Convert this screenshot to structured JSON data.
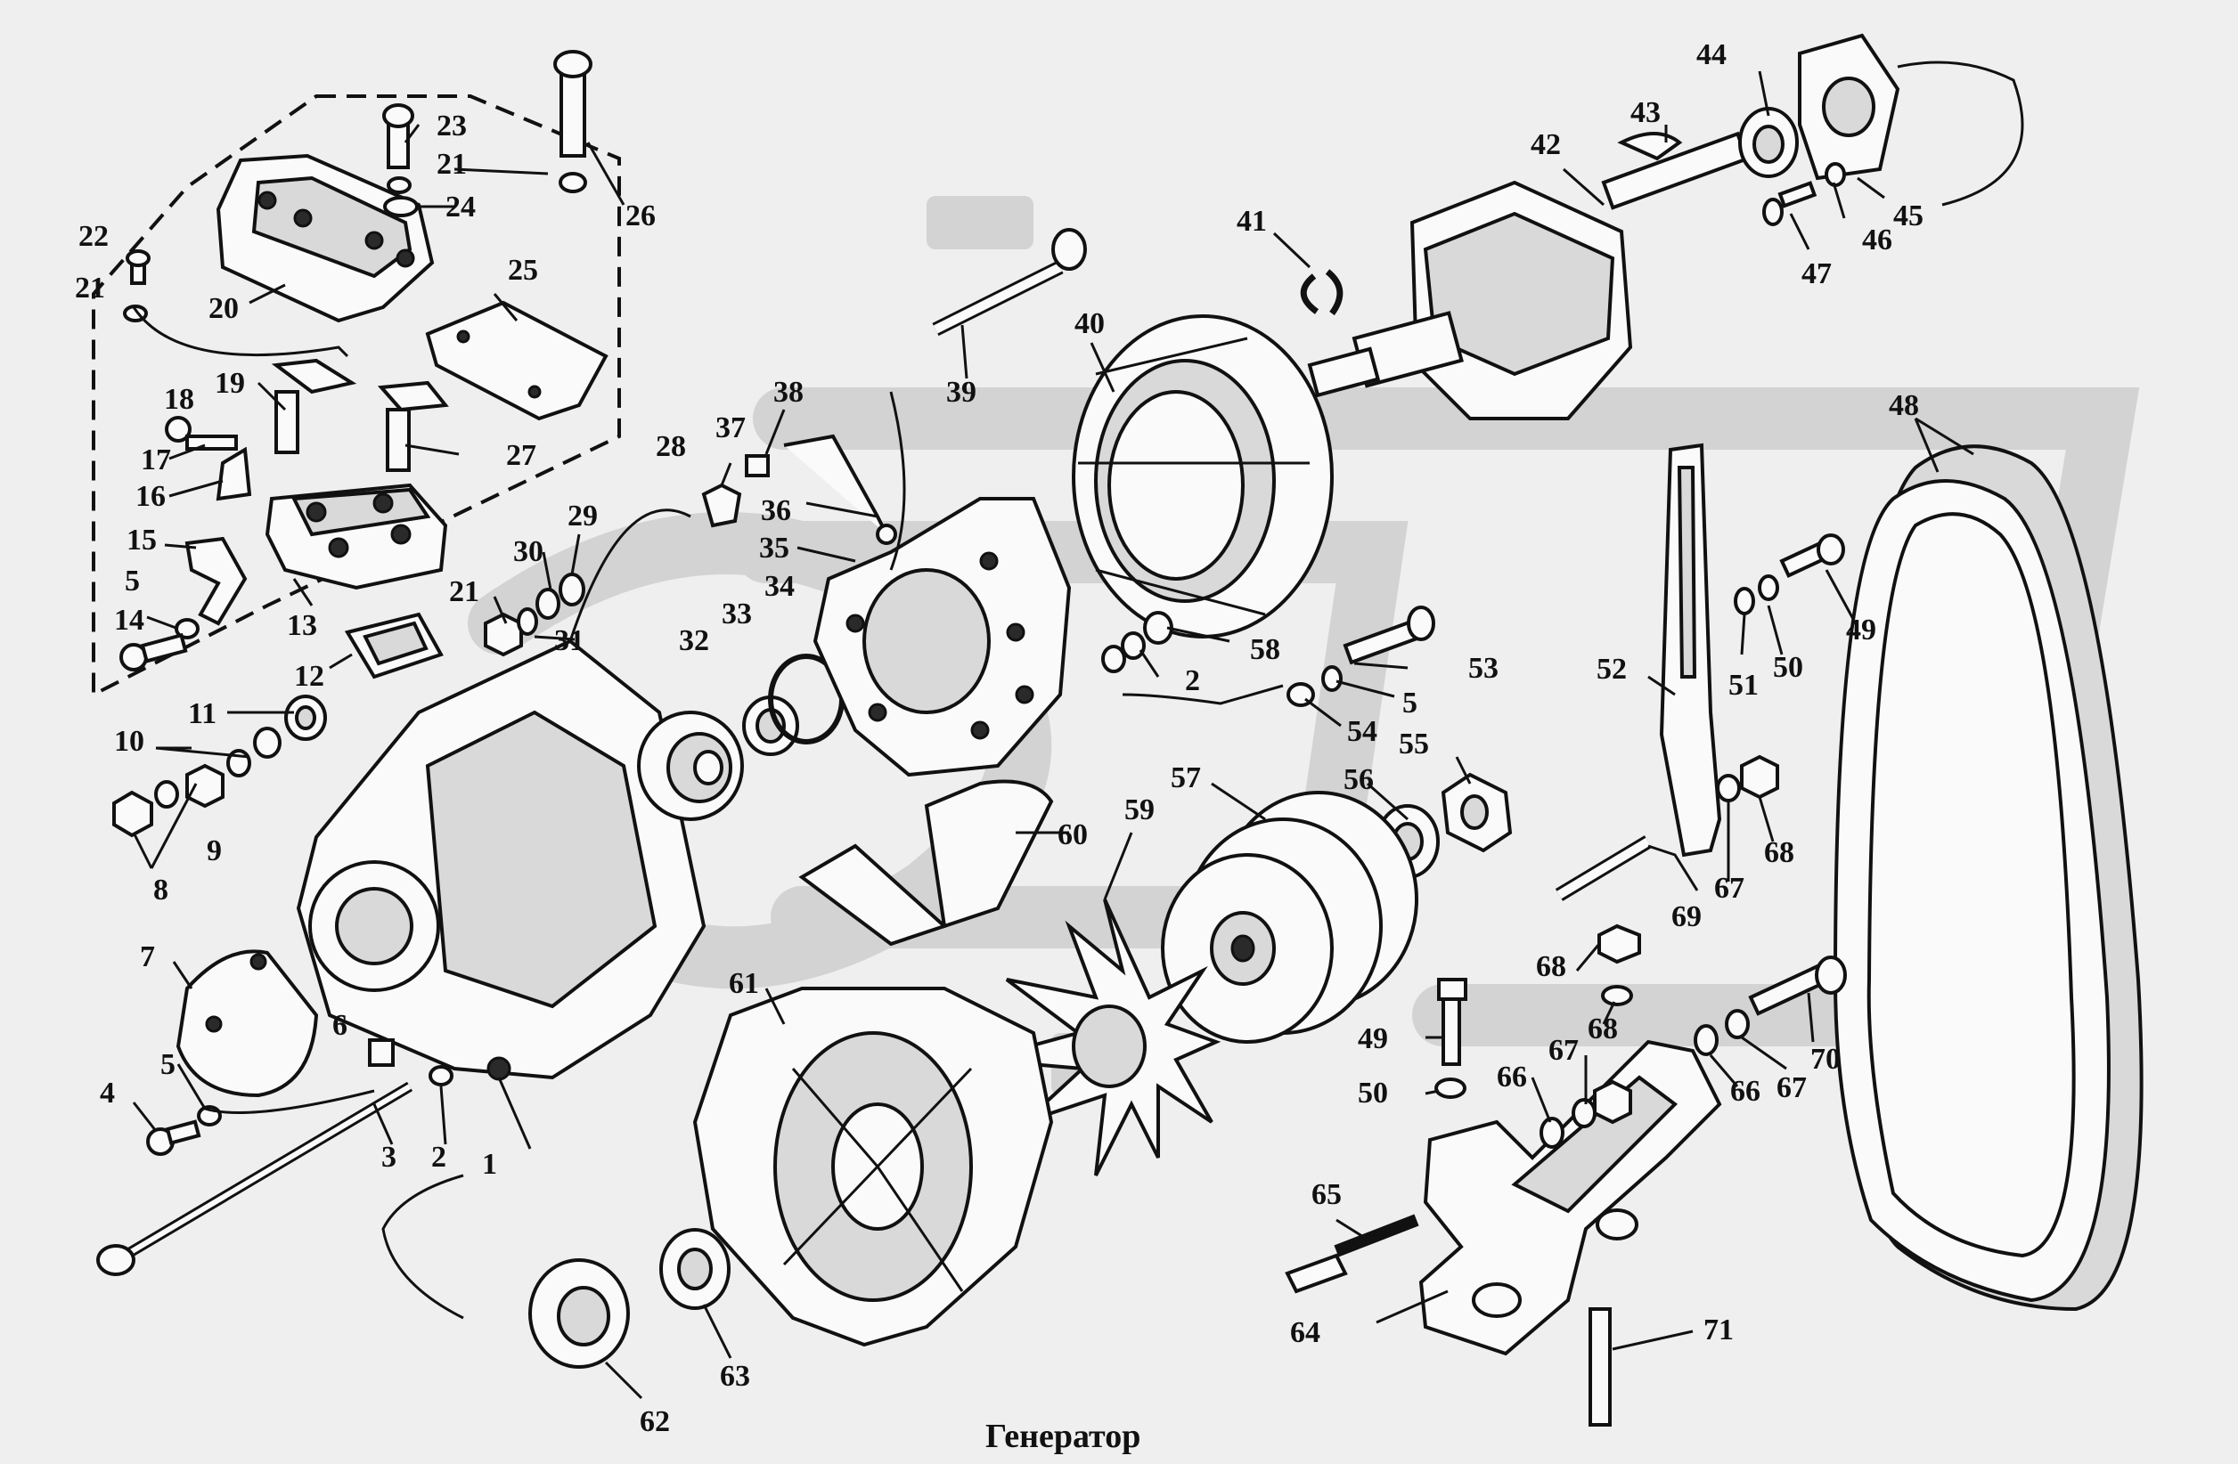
{
  "title": "Генератор",
  "labels": [
    {
      "id": "l1",
      "text": "1"
    },
    {
      "id": "l2a",
      "text": "2"
    },
    {
      "id": "l2b",
      "text": "2"
    },
    {
      "id": "l3",
      "text": "3"
    },
    {
      "id": "l4",
      "text": "4"
    },
    {
      "id": "l5a",
      "text": "5"
    },
    {
      "id": "l5b",
      "text": "5"
    },
    {
      "id": "l5c",
      "text": "5"
    },
    {
      "id": "l6",
      "text": "6"
    },
    {
      "id": "l7",
      "text": "7"
    },
    {
      "id": "l8",
      "text": "8"
    },
    {
      "id": "l9",
      "text": "9"
    },
    {
      "id": "l10",
      "text": "10"
    },
    {
      "id": "l11",
      "text": "11"
    },
    {
      "id": "l12",
      "text": "12"
    },
    {
      "id": "l13",
      "text": "13"
    },
    {
      "id": "l14",
      "text": "14"
    },
    {
      "id": "l15",
      "text": "15"
    },
    {
      "id": "l16",
      "text": "16"
    },
    {
      "id": "l17",
      "text": "17"
    },
    {
      "id": "l18",
      "text": "18"
    },
    {
      "id": "l19",
      "text": "19"
    },
    {
      "id": "l20",
      "text": "20"
    },
    {
      "id": "l21a",
      "text": "21"
    },
    {
      "id": "l21b",
      "text": "21"
    },
    {
      "id": "l21c",
      "text": "21"
    },
    {
      "id": "l22",
      "text": "22"
    },
    {
      "id": "l23",
      "text": "23"
    },
    {
      "id": "l24",
      "text": "24"
    },
    {
      "id": "l25",
      "text": "25"
    },
    {
      "id": "l26",
      "text": "26"
    },
    {
      "id": "l27",
      "text": "27"
    },
    {
      "id": "l28",
      "text": "28"
    },
    {
      "id": "l29",
      "text": "29"
    },
    {
      "id": "l30",
      "text": "30"
    },
    {
      "id": "l31",
      "text": "31"
    },
    {
      "id": "l32",
      "text": "32"
    },
    {
      "id": "l33",
      "text": "33"
    },
    {
      "id": "l34",
      "text": "34"
    },
    {
      "id": "l35",
      "text": "35"
    },
    {
      "id": "l36",
      "text": "36"
    },
    {
      "id": "l37",
      "text": "37"
    },
    {
      "id": "l38",
      "text": "38"
    },
    {
      "id": "l39",
      "text": "39"
    },
    {
      "id": "l40",
      "text": "40"
    },
    {
      "id": "l41",
      "text": "41"
    },
    {
      "id": "l42",
      "text": "42"
    },
    {
      "id": "l43",
      "text": "43"
    },
    {
      "id": "l44",
      "text": "44"
    },
    {
      "id": "l45",
      "text": "45"
    },
    {
      "id": "l46",
      "text": "46"
    },
    {
      "id": "l47",
      "text": "47"
    },
    {
      "id": "l48",
      "text": "48"
    },
    {
      "id": "l49a",
      "text": "49"
    },
    {
      "id": "l49b",
      "text": "49"
    },
    {
      "id": "l50a",
      "text": "50"
    },
    {
      "id": "l50b",
      "text": "50"
    },
    {
      "id": "l51",
      "text": "51"
    },
    {
      "id": "l52",
      "text": "52"
    },
    {
      "id": "l53",
      "text": "53"
    },
    {
      "id": "l54",
      "text": "54"
    },
    {
      "id": "l55",
      "text": "55"
    },
    {
      "id": "l56",
      "text": "56"
    },
    {
      "id": "l57",
      "text": "57"
    },
    {
      "id": "l58",
      "text": "58"
    },
    {
      "id": "l59",
      "text": "59"
    },
    {
      "id": "l60",
      "text": "60"
    },
    {
      "id": "l61",
      "text": "61"
    },
    {
      "id": "l62",
      "text": "62"
    },
    {
      "id": "l63",
      "text": "63"
    },
    {
      "id": "l64",
      "text": "64"
    },
    {
      "id": "l65",
      "text": "65"
    },
    {
      "id": "l66a",
      "text": "66"
    },
    {
      "id": "l66b",
      "text": "66"
    },
    {
      "id": "l67a",
      "text": "67"
    },
    {
      "id": "l67b",
      "text": "67"
    },
    {
      "id": "l67c",
      "text": "67"
    },
    {
      "id": "l68a",
      "text": "68"
    },
    {
      "id": "l68b",
      "text": "68"
    },
    {
      "id": "l68c",
      "text": "68"
    },
    {
      "id": "l69",
      "text": "69"
    },
    {
      "id": "l70",
      "text": "70"
    },
    {
      "id": "l71",
      "text": "71"
    }
  ]
}
